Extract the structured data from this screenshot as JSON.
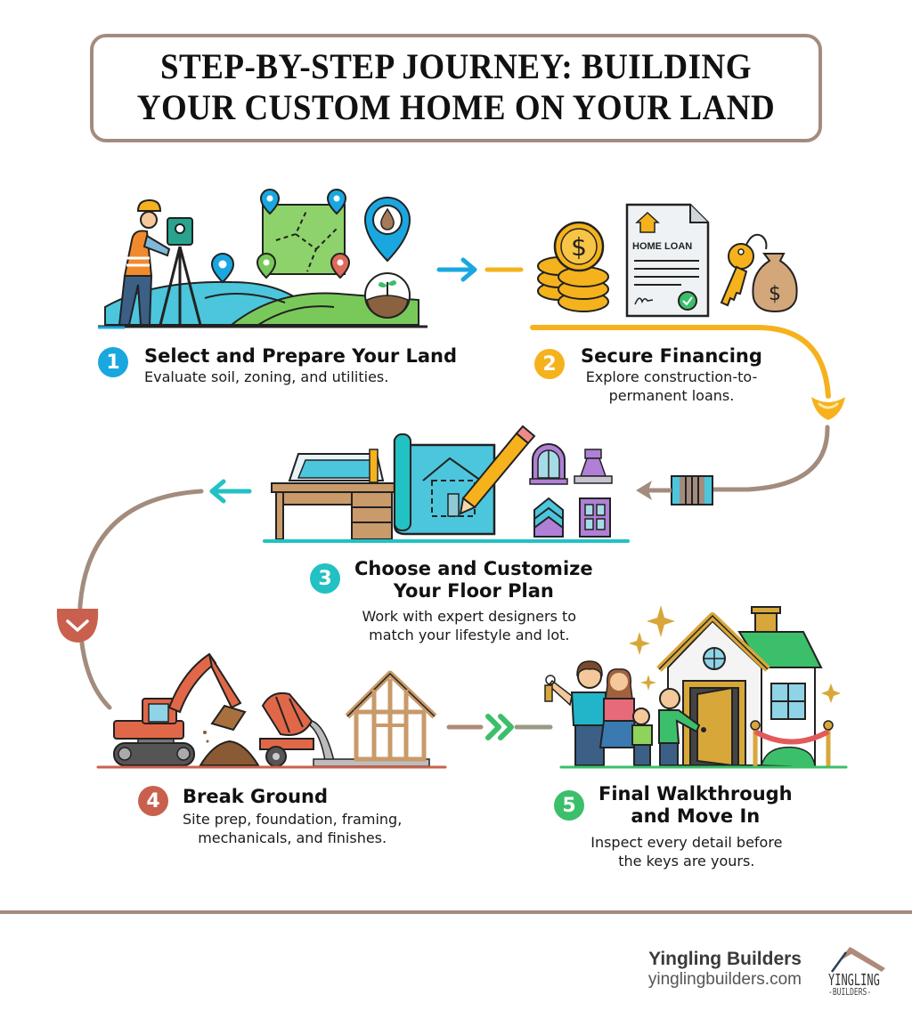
{
  "title": {
    "line1": "STEP-BY-STEP JOURNEY: BUILDING",
    "line2": "YOUR CUSTOM HOME ON YOUR LAND"
  },
  "colors": {
    "border_taupe": "#a38c7e",
    "step1_blue": "#1aa7e0",
    "step2_gold": "#f5b21c",
    "step3_teal": "#22c1c3",
    "step4_red": "#c9604e",
    "step5_green": "#3cbf6a"
  },
  "steps": [
    {
      "number": "1",
      "title": "Select and Prepare Your Land",
      "description": "Evaluate soil, zoning, and utilities.",
      "illustration": [
        "surveyor-icon",
        "land-plot-map-icon",
        "map-pin-icons",
        "water-drop-pin-icon",
        "soil-sprout-icon",
        "hills"
      ]
    },
    {
      "number": "2",
      "title": "Secure Financing",
      "description_line1": "Explore construction-to-",
      "description_line2": "permanent loans.",
      "document_label": "HOME LOAN",
      "illustration": [
        "coin-stack-icon",
        "home-loan-document-icon",
        "key-icon",
        "money-bag-icon"
      ]
    },
    {
      "number": "3",
      "title_line1": "Choose and Customize",
      "title_line2": "Your Floor Plan",
      "description_line1": "Work with expert designers to",
      "description_line2": "match your lifestyle and lot.",
      "illustration": [
        "drafting-desk-icon",
        "blueprint-icon",
        "pencil-icon",
        "window-icon",
        "stamp-icon",
        "roof-swatch-icon",
        "door-panel-icon"
      ]
    },
    {
      "number": "4",
      "title": "Break Ground",
      "description_line1": "Site prep, foundation, framing,",
      "description_line2": "mechanicals, and finishes.",
      "illustration": [
        "excavator-icon",
        "dirt-pile-icon",
        "cement-mixer-icon",
        "house-frame-icon"
      ]
    },
    {
      "number": "5",
      "title_line1": "Final Walkthrough",
      "title_line2": "and Move In",
      "description_line1": "Inspect every detail before",
      "description_line2": "the keys are yours.",
      "illustration": [
        "family-icon",
        "keys-icon",
        "house-icon",
        "ribbon-icon",
        "sparkle-icons"
      ]
    }
  ],
  "footer": {
    "brand_name": "Yingling Builders",
    "brand_url": "yinglingbuilders.com",
    "logo_line1": "YINGLING",
    "logo_line2": "-BUILDERS-"
  }
}
